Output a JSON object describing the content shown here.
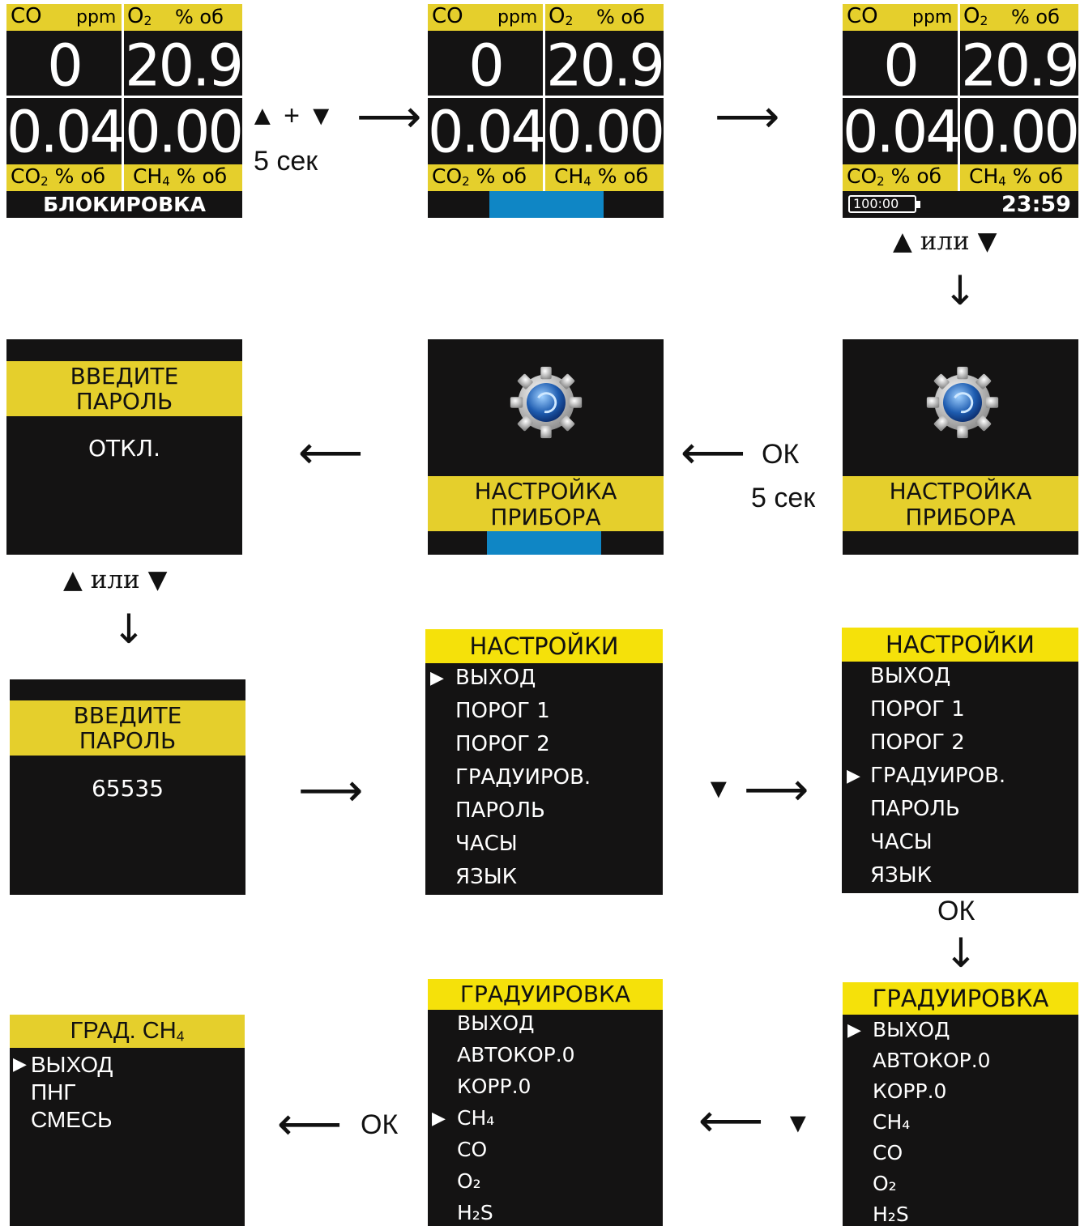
{
  "gas_screen": {
    "co_label": "CO",
    "co_unit": "ppm",
    "o2_label": "O",
    "o2_sub": "2",
    "o2_unit": "% об",
    "co_value": "0",
    "o2_value": "20.9",
    "co2_value": "0.04",
    "ch4_value": "0.00",
    "co2_label": "CO",
    "co2_sub": "2",
    "co2_unit": "% об",
    "ch4_label": "CH",
    "ch4_sub": "4",
    "ch4_unit": "% об",
    "lock_text": "БЛОКИРОВКА",
    "battery_text": "100:00",
    "clock_text": "23:59"
  },
  "steps": {
    "keys_combo": "▲ + ▼",
    "five_sec": "5 сек",
    "up_or_down": "▲ или ▼",
    "ok": "ОК",
    "ok_five_sec": "5 сек",
    "down": "▼"
  },
  "settings_screen": {
    "title_line1": "НАСТРОЙКА",
    "title_line2": "ПРИБОРА"
  },
  "password_screen": {
    "title_line1": "ВВЕДИТЕ",
    "title_line2": "ПАРОЛЬ",
    "value_off": "ОТКЛ.",
    "value_code": "65535"
  },
  "settings_menu": {
    "title": "НАСТРОЙКИ",
    "items": [
      "ВЫХОД",
      "ПОРОГ 1",
      "ПОРОГ 2",
      "ГРАДУИРОВ.",
      "ПАРОЛЬ",
      "ЧАСЫ",
      "ЯЗЫК"
    ]
  },
  "calibration_menu": {
    "title": "ГРАДУИРОВКА",
    "items": [
      "ВЫХОД",
      "АВТОКОР.0",
      "КОРР.0",
      "CH₄",
      "CO",
      "O₂",
      "H₂S"
    ]
  },
  "ch4_menu": {
    "title": "ГРАД.  CH",
    "title_sub": "4",
    "items": [
      "ВЫХОД",
      "ПНГ",
      "СМЕСЬ"
    ]
  },
  "colors": {
    "screen_bg": "#141313",
    "header_yellow": "#e5cf2c",
    "progress_blue": "#0f86c5"
  }
}
